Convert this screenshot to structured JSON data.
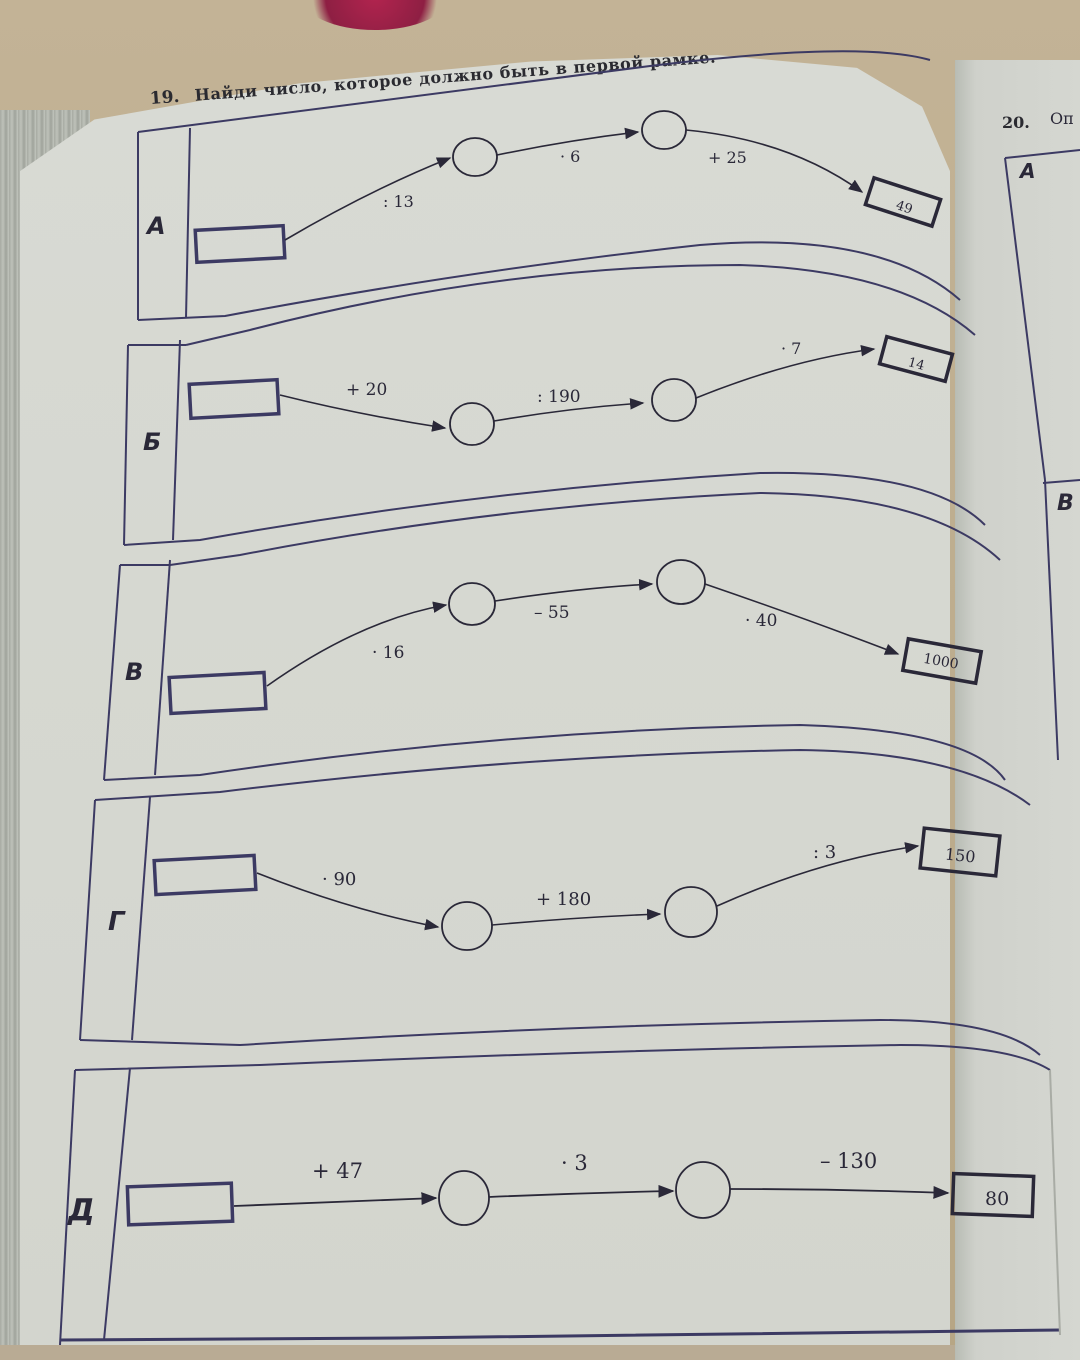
{
  "exercise_19": {
    "number": "19.",
    "instruction": "Найди число, которое должно быть в первой рамке.",
    "rows": [
      {
        "letter": "А",
        "operations": [
          ": 13",
          "· 6",
          "+ 25"
        ],
        "result": "49",
        "start_box_value": "",
        "circle_values": [
          "",
          ""
        ]
      },
      {
        "letter": "Б",
        "operations": [
          "+ 20",
          ": 190",
          "· 7"
        ],
        "result": "14",
        "start_box_value": "",
        "circle_values": [
          "",
          ""
        ]
      },
      {
        "letter": "В",
        "operations": [
          "· 16",
          "– 55",
          "· 40"
        ],
        "result": "1000",
        "start_box_value": "",
        "circle_values": [
          "",
          ""
        ]
      },
      {
        "letter": "Г",
        "operations": [
          "· 90",
          "+ 180",
          ": 3"
        ],
        "result": "150",
        "start_box_value": "",
        "circle_values": [
          "",
          ""
        ]
      },
      {
        "letter": "Д",
        "operations": [
          "+ 47",
          "· 3",
          "– 130"
        ],
        "result": "80",
        "start_box_value": "",
        "circle_values": [
          "",
          ""
        ]
      }
    ]
  },
  "exercise_20": {
    "number": "20.",
    "instruction_fragment": "Оп",
    "row_letters": [
      "А",
      "В"
    ]
  },
  "colors": {
    "ink": "#2a2838",
    "frame_line": "#3c3a63",
    "paper": "#d7d9d3"
  }
}
